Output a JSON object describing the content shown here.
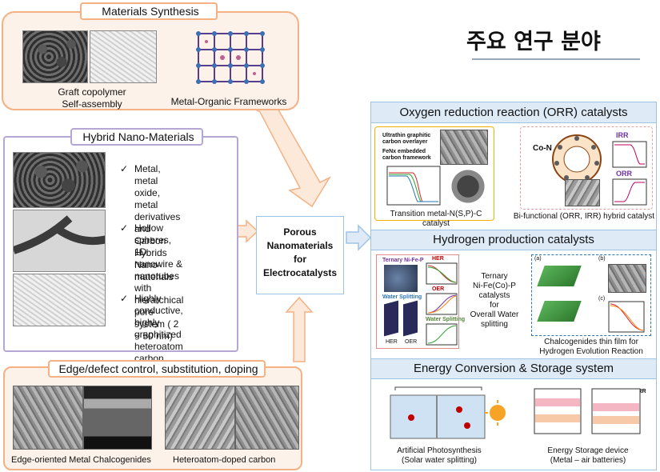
{
  "title_korean": "주요 연구 분야",
  "materials_synthesis": {
    "title": "Materials Synthesis",
    "caption_left": "Graft copolymer\nSelf-assembly",
    "caption_right": "Metal-Organic Frameworks"
  },
  "hybrid": {
    "title": "Hybrid Nano-Materials",
    "bullet_mark": "✓",
    "bullets": [
      "Metal, metal oxide,\nmetal derivatives and\nCarbon Hybrids\nNano-materials",
      "Hollow spheres, 1D\nnanowire &\nnanotubes with\nhierarchical pore\nsystem ( 2 ~ 50 nm)",
      "Highly conductive,\nhighly graphitized\nheteroatom carbon\nwith multi-functionality"
    ]
  },
  "center": {
    "label": "Porous\nNanomaterials\nfor\nElectrocatalysts"
  },
  "edge": {
    "title": "Edge/defect control, substitution, doping",
    "caption_left": "Edge-oriented Metal Chalcogenides",
    "caption_right": "Heteroatom-doped carbon"
  },
  "orr": {
    "title": "Oxygen reduction reaction (ORR) catalysts",
    "label_overlayer": "Ultrathin graphitic\ncarbon overlayer",
    "label_fenx": "FeNx embedded\ncarbon framework",
    "label_con": "Co-N",
    "label_irr": "IRR",
    "label_orr": "ORR",
    "caption_left": "Transition metal-N(S,P)-C\ncatalyst",
    "caption_right": "Bi-functional (ORR, IRR) hybrid catalyst"
  },
  "hydrogen": {
    "title": "Hydrogen production catalysts",
    "label_ternary": "Ternary Ni-Fe-P",
    "label_water": "Water Splitting",
    "label_her": "HER",
    "label_oer": "OER",
    "label_ws_small": "Water Splitting",
    "label_her2": "HER",
    "label_oer2": "OER",
    "center_text": "Ternary\nNi-Fe(Co)-P\ncatalysts\nfor\nOverall Water\nsplitting",
    "label_a": "(a)",
    "label_b": "(b)",
    "label_c": "(c)",
    "caption_right": "Chalcogenides thin film for\nHydrogen Evolution Reaction"
  },
  "energy": {
    "title": "Energy Conversion & Storage system",
    "caption_left": "Artificial Photosynthesis\n(Solar water splitting)",
    "caption_right": "Energy Storage device\n(Metal – air batteries)",
    "label_orr": "ORR"
  },
  "colors": {
    "orange_border": "#f4b183",
    "orange_bg": "#fdf2e9",
    "purple_border": "#b4a7d6",
    "blue_border": "#9dc3e6",
    "blue_header": "#deebf7"
  }
}
